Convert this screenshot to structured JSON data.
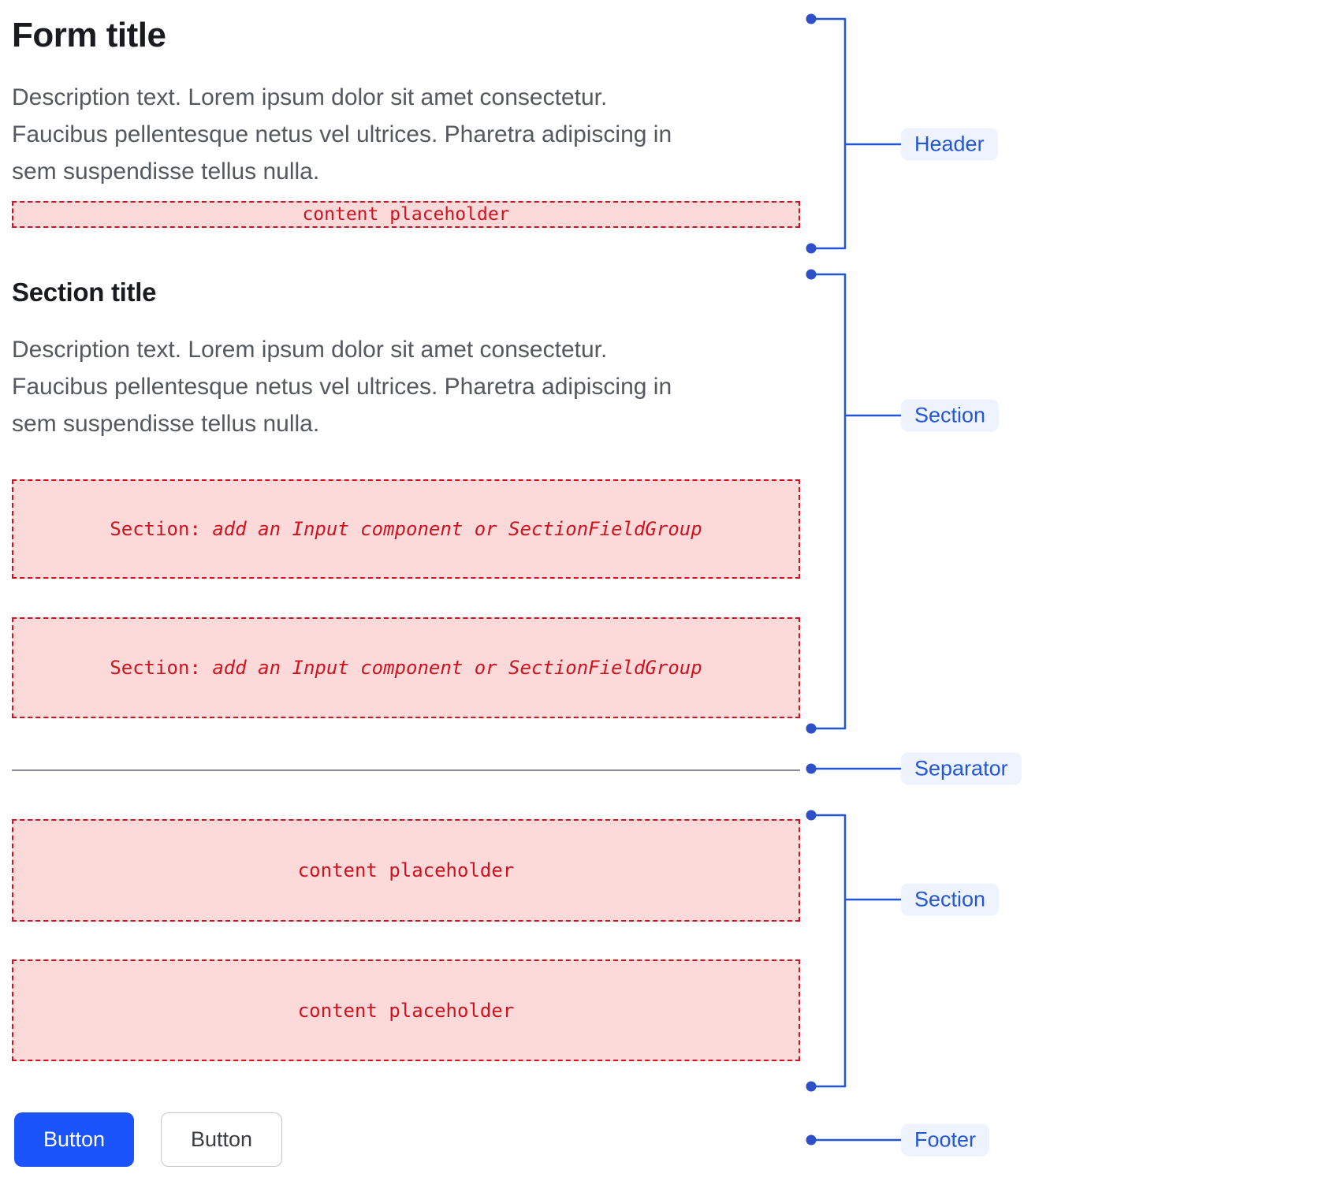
{
  "form": {
    "header": {
      "title": "Form title",
      "description_lines": [
        "Description text. Lorem ipsum dolor sit amet consectetur.",
        "Faucibus pellentesque netus vel ultrices. Pharetra adipiscing in",
        "sem suspendisse tellus nulla."
      ],
      "placeholder": {
        "label": "content placeholder"
      }
    },
    "section": {
      "title": "Section title",
      "description_lines": [
        "Description text. Lorem ipsum dolor sit amet consectetur.",
        "Faucibus pellentesque netus vel ultrices. Pharetra adipiscing in",
        "sem suspendisse tellus nulla."
      ],
      "slots": [
        {
          "prefix": "Section: ",
          "text": "add an Input component or SectionFieldGroup"
        },
        {
          "prefix": "Section: ",
          "text": "add an Input component or SectionFieldGroup"
        }
      ]
    },
    "section2": {
      "slots": [
        {
          "label": "content placeholder"
        },
        {
          "label": "content placeholder"
        }
      ]
    },
    "footer": {
      "buttons": [
        {
          "label": "Button",
          "variant": "primary"
        },
        {
          "label": "Button",
          "variant": "secondary"
        }
      ]
    }
  },
  "annotations": {
    "labels": [
      {
        "text": "Header"
      },
      {
        "text": "Section"
      },
      {
        "text": "Separator"
      },
      {
        "text": "Section"
      },
      {
        "text": "Footer"
      }
    ]
  },
  "colors": {
    "accent_blue_line": "#2256d7",
    "accent_blue_dot": "#2d4fc8",
    "annotation_label_bg": "#eef3fd",
    "annotation_label_text": "#2257da",
    "placeholder_bg": "#fcdada",
    "placeholder_border": "#d6101f",
    "placeholder_text": "#d0121f",
    "primary_button_bg": "#1b54fa",
    "secondary_button_border": "#c6c6cb",
    "title_text": "#1a1b1e",
    "description_text": "#55585f",
    "separator_line": "#8a8a92"
  }
}
